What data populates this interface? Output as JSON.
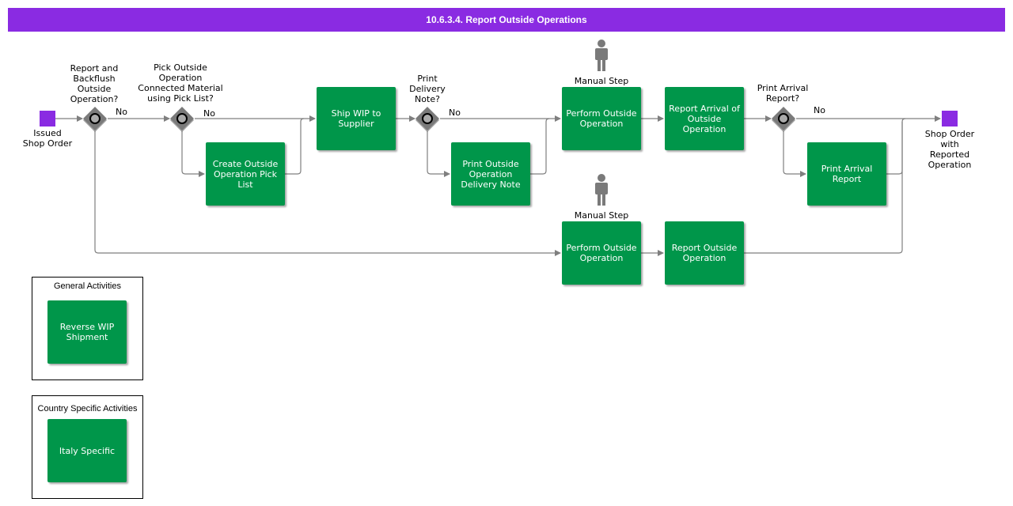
{
  "title": "10.6.3.4. Report Outside Operations",
  "events": {
    "start": "Issued\nShop Order",
    "end": "Shop Order\nwith\nReported\nOperation"
  },
  "gateways": {
    "g1": "Report and\nBackflush\nOutside\nOperation?",
    "g2": "Pick Outside\nOperation\nConnected Material\nusing Pick List?",
    "g3": "Print\nDelivery\nNote?",
    "g4": "Print Arrival\nReport?"
  },
  "edge_labels": {
    "no1": "No",
    "no2": "No",
    "no3": "No",
    "no4": "No"
  },
  "tasks": {
    "create_pick_list": "Create Outside Operation Pick List",
    "ship_wip": "Ship WIP to Supplier",
    "print_delivery_note": "Print Outside Operation Delivery Note",
    "perform_outside_1": "Perform Outside Operation",
    "report_arrival": "Report Arrival of Outside Operation",
    "print_arrival": "Print Arrival Report",
    "perform_outside_2": "Perform Outside Operation",
    "report_outside": "Report Outside Operation",
    "reverse_wip": "Reverse WIP Shipment",
    "italy": "Italy Specific"
  },
  "manual_step_labels": {
    "top": "Manual Step",
    "bottom": "Manual Step"
  },
  "groups": {
    "general": "General Activities",
    "country": "Country Specific Activities"
  },
  "colors": {
    "title_bar": "#8a2be2",
    "event": "#8a2be2",
    "task": "#00964a",
    "gateway": "#7a7a7a",
    "connector": "#7f7f7f",
    "person": "#7a7a7a"
  },
  "icons": {
    "manual_step": "person-icon"
  }
}
